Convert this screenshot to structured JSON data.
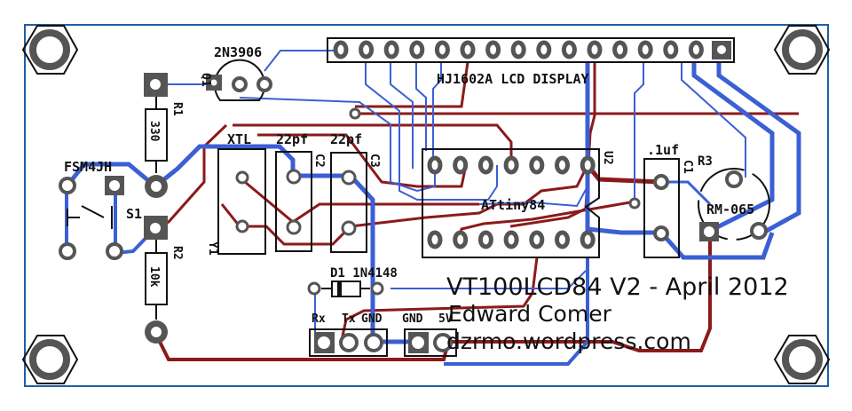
{
  "board": {
    "title": "VT100LCD84 V2 - April 2012",
    "author": "Edward Comer",
    "website": "dzrmo.wordpress.com"
  },
  "labels": {
    "lcd": "HJ1602A LCD DISPLAY",
    "transistor": "2N3906",
    "q1": "Q1",
    "r1": "R1",
    "r1_value": "330",
    "r2": "R2",
    "r2_value": "10k",
    "r3": "R3",
    "pot": "RM-065",
    "switch_part": "FSM4JH",
    "s1": "S1",
    "xtl": "XTL",
    "y1": "Y1",
    "c2_value": "22pf",
    "c2": "C2",
    "c3_value": "22pf",
    "c3": "C3",
    "c1_value": ".1uf",
    "c1": "C1",
    "u2": "U2",
    "mcu": "ATtiny84",
    "diode": "D1 1N4148",
    "rx": "Rx",
    "tx": "Tx",
    "gnd1": "GND",
    "gnd2": "GND",
    "v5": "5V"
  },
  "colors": {
    "top_trace": "#3b5fd4",
    "bottom_trace": "#8b1a1a",
    "pad": "#555555",
    "outline": "#1f5fa0"
  }
}
